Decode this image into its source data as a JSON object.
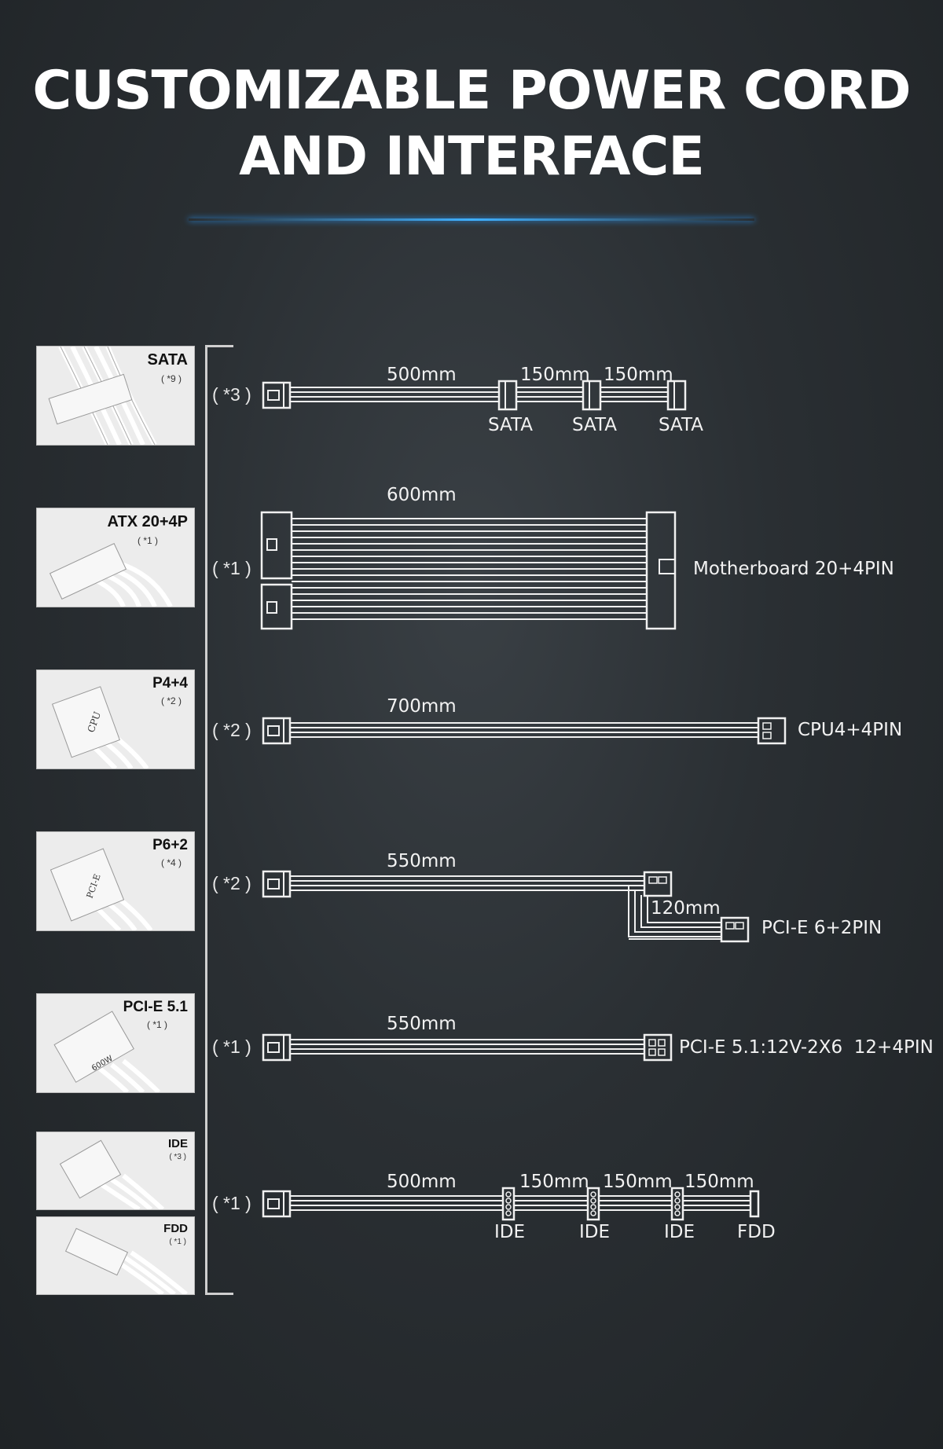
{
  "title": {
    "line1": "CUSTOMIZABLE POWER CORD",
    "line2": "AND INTERFACE"
  },
  "connectors": [
    {
      "label": "SATA",
      "count": "( *9 )"
    },
    {
      "label": "ATX 20+4P",
      "count": "( *1 )"
    },
    {
      "label": "P4+4",
      "count": "( *2 )",
      "marking": "CPU"
    },
    {
      "label": "P6+2",
      "count": "( *4 )",
      "marking": "PCI-E"
    },
    {
      "label": "PCI-E 5.1",
      "count": "( *1 )",
      "marking": "600W"
    },
    {
      "label": "IDE",
      "count": "( *3 )"
    },
    {
      "label": "FDD",
      "count": "( *1 )"
    }
  ],
  "cables": [
    {
      "multiplier": "( *3 )",
      "lengths": [
        "500mm",
        "150mm",
        "150mm"
      ],
      "ends": [
        "SATA",
        "SATA",
        "SATA"
      ]
    },
    {
      "multiplier": "( *1 )",
      "lengths": [
        "600mm"
      ],
      "ends": [
        "Motherboard 20+4PIN"
      ]
    },
    {
      "multiplier": "( *2 )",
      "lengths": [
        "700mm"
      ],
      "ends": [
        "CPU4+4PIN"
      ]
    },
    {
      "multiplier": "( *2 )",
      "lengths": [
        "550mm",
        "120mm"
      ],
      "ends": [
        "PCI-E 6+2PIN"
      ]
    },
    {
      "multiplier": "( *1 )",
      "lengths": [
        "550mm"
      ],
      "ends": [
        "PCI-E 5.1:12V-2X6  12+4PIN"
      ]
    },
    {
      "multiplier": "( *1 )",
      "lengths": [
        "500mm",
        "150mm",
        "150mm",
        "150mm"
      ],
      "ends": [
        "IDE",
        "IDE",
        "IDE",
        "FDD"
      ]
    }
  ]
}
